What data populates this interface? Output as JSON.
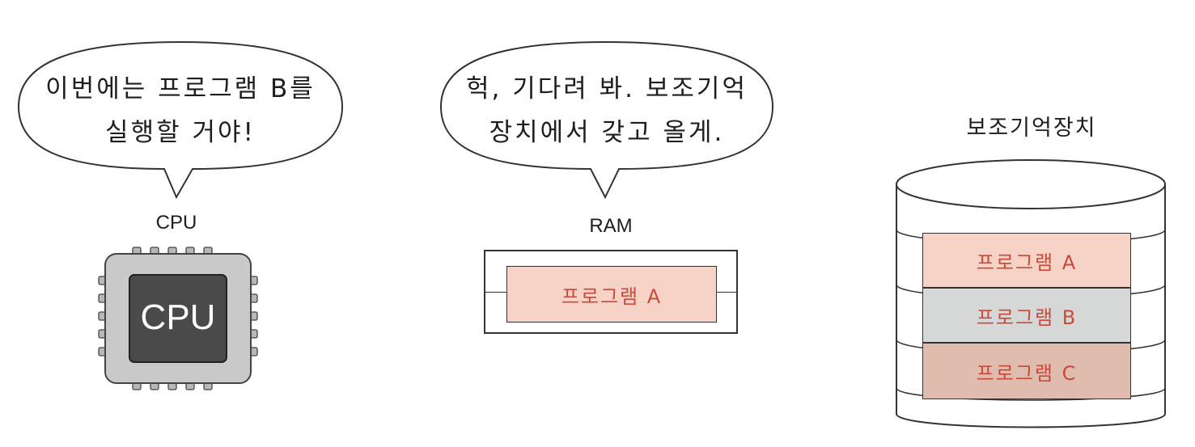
{
  "cpu_bubble": {
    "line1": "이번에는 프로그램 B를",
    "line2": "실행할 거야!"
  },
  "ram_bubble": {
    "line1": "헉, 기다려 봐. 보조기억",
    "line2": "장치에서 갖고 올게."
  },
  "cpu": {
    "label": "CPU",
    "chip_text": "CPU",
    "colors": {
      "outer": "#c9c9c9",
      "core": "#4a4a4a",
      "core_text": "#ffffff"
    }
  },
  "ram": {
    "label": "RAM",
    "slot": {
      "text": "프로그램 A",
      "color": "#f6d3c6"
    }
  },
  "storage": {
    "label": "보조기억장치",
    "programs": [
      {
        "text": "프로그램 A",
        "color": "#f6d3c6"
      },
      {
        "text": "프로그램 B",
        "color": "#d6d8d7"
      },
      {
        "text": "프로그램 C",
        "color": "#dfbcad"
      }
    ]
  },
  "text_color": "#c94a3a"
}
